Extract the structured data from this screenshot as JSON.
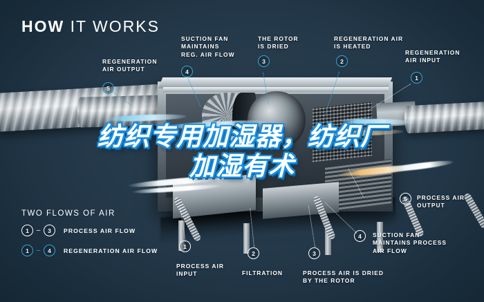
{
  "theme": {
    "background_dark": "#14242e",
    "background_mid": "#2b4050",
    "accent_blue": "#3fa3cf",
    "title_outline_blue": "#1a8fe0",
    "title_shadow_blue": "#0a5f9e",
    "text_white": "#ffffff"
  },
  "heading": {
    "bold_part": "HOW",
    "light_part": "IT WORKS"
  },
  "overlay_title": {
    "line1": "纺织专用加湿器，纺织厂",
    "line2": "加湿有术"
  },
  "callouts": [
    {
      "id": "regeneration-air-output",
      "number": "5",
      "marker_style": "blue",
      "text": "REGENERATION\nAIR OUTPUT"
    },
    {
      "id": "suction-fan-reg-air-flow",
      "number": "4",
      "marker_style": "blue",
      "text": "SUCTION FAN\nMAINTAINS\nREG. AIR FLOW"
    },
    {
      "id": "the-rotor-is-dried",
      "number": "3",
      "marker_style": "blue",
      "text": "THE ROTOR\nIS DRIED"
    },
    {
      "id": "regeneration-air-is-heated",
      "number": "2",
      "marker_style": "blue",
      "text": "REGENERATION AIR\nIS HEATED"
    },
    {
      "id": "regeneration-air-input",
      "number": "1",
      "marker_style": "blue",
      "text": "REGENERATION\nAIR INPUT"
    },
    {
      "id": "process-air-output",
      "number": "5",
      "marker_style": "white",
      "text": "PROCESS AIR\nOUTPUT"
    },
    {
      "id": "suction-fan-process-air-flow",
      "number": "4",
      "marker_style": "white",
      "text": "SUCTION FAN\nMAINTAINS PROCESS\nAIR FLOW"
    },
    {
      "id": "process-air-input",
      "number": "1",
      "marker_style": "white",
      "text": "PROCESS AIR\nINPUT"
    },
    {
      "id": "filtration",
      "number": "2",
      "marker_style": "white",
      "text": "FILTRATION"
    },
    {
      "id": "process-air-is-dried-by-the-rotor",
      "number": "3",
      "marker_style": "white",
      "text": "PROCESS AIR IS DRIED\nBY THE ROTOR"
    }
  ],
  "legend": {
    "title": "TWO FLOWS OF AIR",
    "dash": "–",
    "rows": [
      {
        "id": "process-air-flow",
        "from": "1",
        "to": "3",
        "style": "white",
        "label": "PROCESS AIR FLOW"
      },
      {
        "id": "regeneration-air-flow",
        "from": "1",
        "to": "4",
        "style": "blue",
        "label": "REGENERATION AIR FLOW"
      }
    ]
  }
}
